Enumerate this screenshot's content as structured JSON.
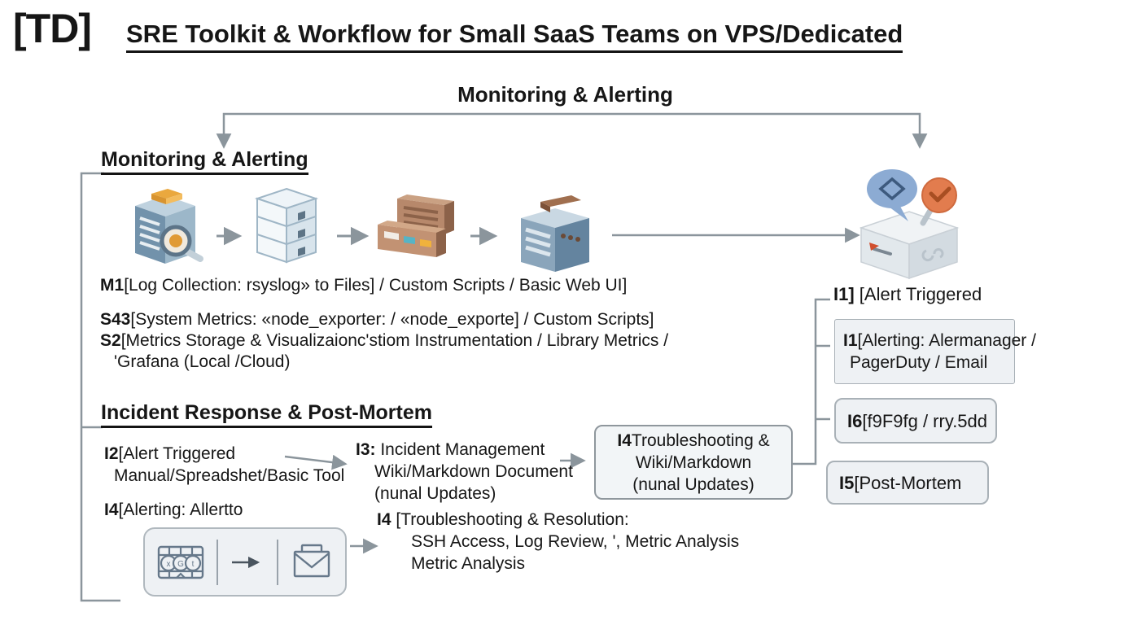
{
  "brand": "[TD]",
  "title": "SRE Toolkit & Workflow for Small SaaS Teams on VPS/Dedicated",
  "colors": {
    "text": "#161616",
    "connector_gray": "#8b959c",
    "box_fill": "#eef1f4",
    "box_border": "#a9b1b7",
    "icon_blue": "#7e9cb9",
    "icon_brown": "#b7886b",
    "icon_orange": "#e8843c",
    "bubble_blue": "#8cabd3"
  },
  "top_group": {
    "label": "Monitoring & Alerting"
  },
  "monitoring": {
    "heading": "Monitoring & Alerting",
    "m1": {
      "prefix": "M1",
      "text": "[Log Collection: rsyslog» to Files] / Custom Scripts / Basic Web UI]"
    },
    "s43": {
      "prefix": "S43",
      "text": "[System Metrics: «node_exporter: / «node_exporte] / Custom Scripts]"
    },
    "s2": {
      "prefix": "S2",
      "text": "[Metrics Storage & Visualizaionc'stiom Instrumentation / Library Metrics /"
    },
    "s2_cont": "'Grafana (Local /Cloud)",
    "flow_icons": [
      "log-search-cube-icon",
      "metrics-storage-icon",
      "dashboard-rack-icon",
      "exporter-box-icon",
      "alerting-box-icon"
    ]
  },
  "incident": {
    "heading": "Incident Response & Post-Mortem",
    "i2": {
      "prefix": "I2",
      "line1": "[Alert Triggered",
      "line2": "Manual/Spreadshet/Basic Tool"
    },
    "i3": {
      "prefix": "I3:",
      "line1": " Incident Management",
      "line2": "Wiki/Markdown Document",
      "line3": "(nunal Updates)"
    },
    "i4_alerting": {
      "prefix": "I4",
      "text": "[Alerting: Allertto"
    },
    "i4_resolution": {
      "prefix": "I4 ",
      "line1": "[Troubleshooting & Resolution:",
      "line2": "SSH Access, Log Review, ', Metric Analysis",
      "line3": "Metric Analysis"
    },
    "tool_icons": [
      "alert-grid-icon",
      "arrow-icon",
      "email-icon"
    ]
  },
  "i4_box": {
    "prefix": "I4",
    "line1": "Troubleshooting &",
    "line2": "Wiki/Markdown",
    "line3": "(nunal Updates)"
  },
  "right_column": {
    "i1_text": {
      "prefix": "I1]",
      "text": " [Alert Triggered"
    },
    "i1_box": {
      "prefix": "I1",
      "line1": "[Alerting: Alermanager /",
      "line2": "PagerDuty / Email"
    },
    "i6_box": {
      "prefix": "I6",
      "text": "[f9F9fg / rry.5dd"
    },
    "i5_box": {
      "prefix": "I5",
      "text": "[Post-Mortem"
    }
  }
}
